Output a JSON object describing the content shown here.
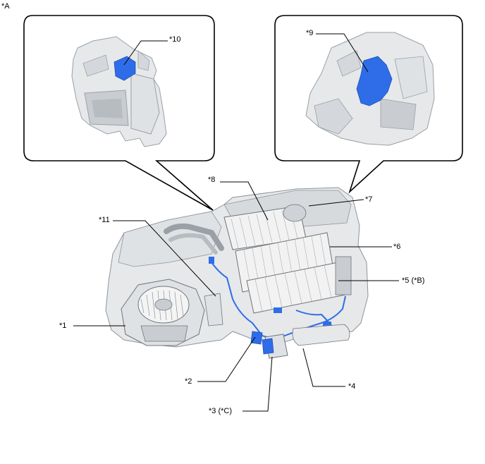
{
  "figure_label": "*A",
  "callouts": {
    "c1": "*1",
    "c2": "*2",
    "c3": "*3 (*C)",
    "c4": "*4",
    "c5": "*5 (*B)",
    "c6": "*6",
    "c7": "*7",
    "c8": "*8",
    "c9": "*9",
    "c10": "*10",
    "c11": "*11"
  },
  "colors": {
    "line": "#000000",
    "part_fill": "#e6e8ea",
    "part_shade": "#c9cdd1",
    "highlight_blue": "#2f6de8",
    "coil_fill": "#f2f2f2"
  }
}
